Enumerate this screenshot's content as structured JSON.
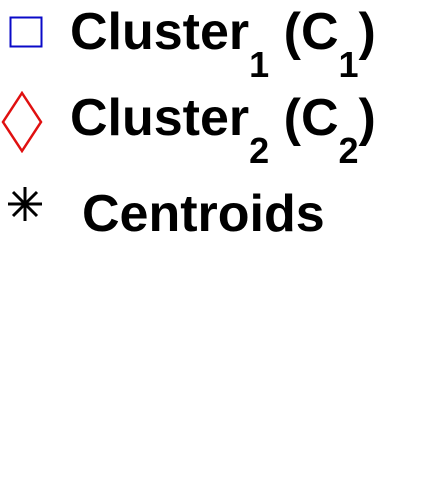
{
  "chart_data": {
    "type": "scatter",
    "legend": [
      {
        "marker": "square",
        "color": "#0a0ac8",
        "label_base": "Cluster",
        "label_sub": "1",
        "label_paren_open": "(C",
        "label_paren_sub": "1",
        "label_paren_close": ")"
      },
      {
        "marker": "diamond",
        "color": "#e01010",
        "label_base": "Cluster",
        "label_sub": "2",
        "label_paren_open": "(C",
        "label_paren_sub": "2",
        "label_paren_close": ")"
      },
      {
        "marker": "star",
        "color": "#000000",
        "label_base": "Centroids"
      }
    ]
  }
}
